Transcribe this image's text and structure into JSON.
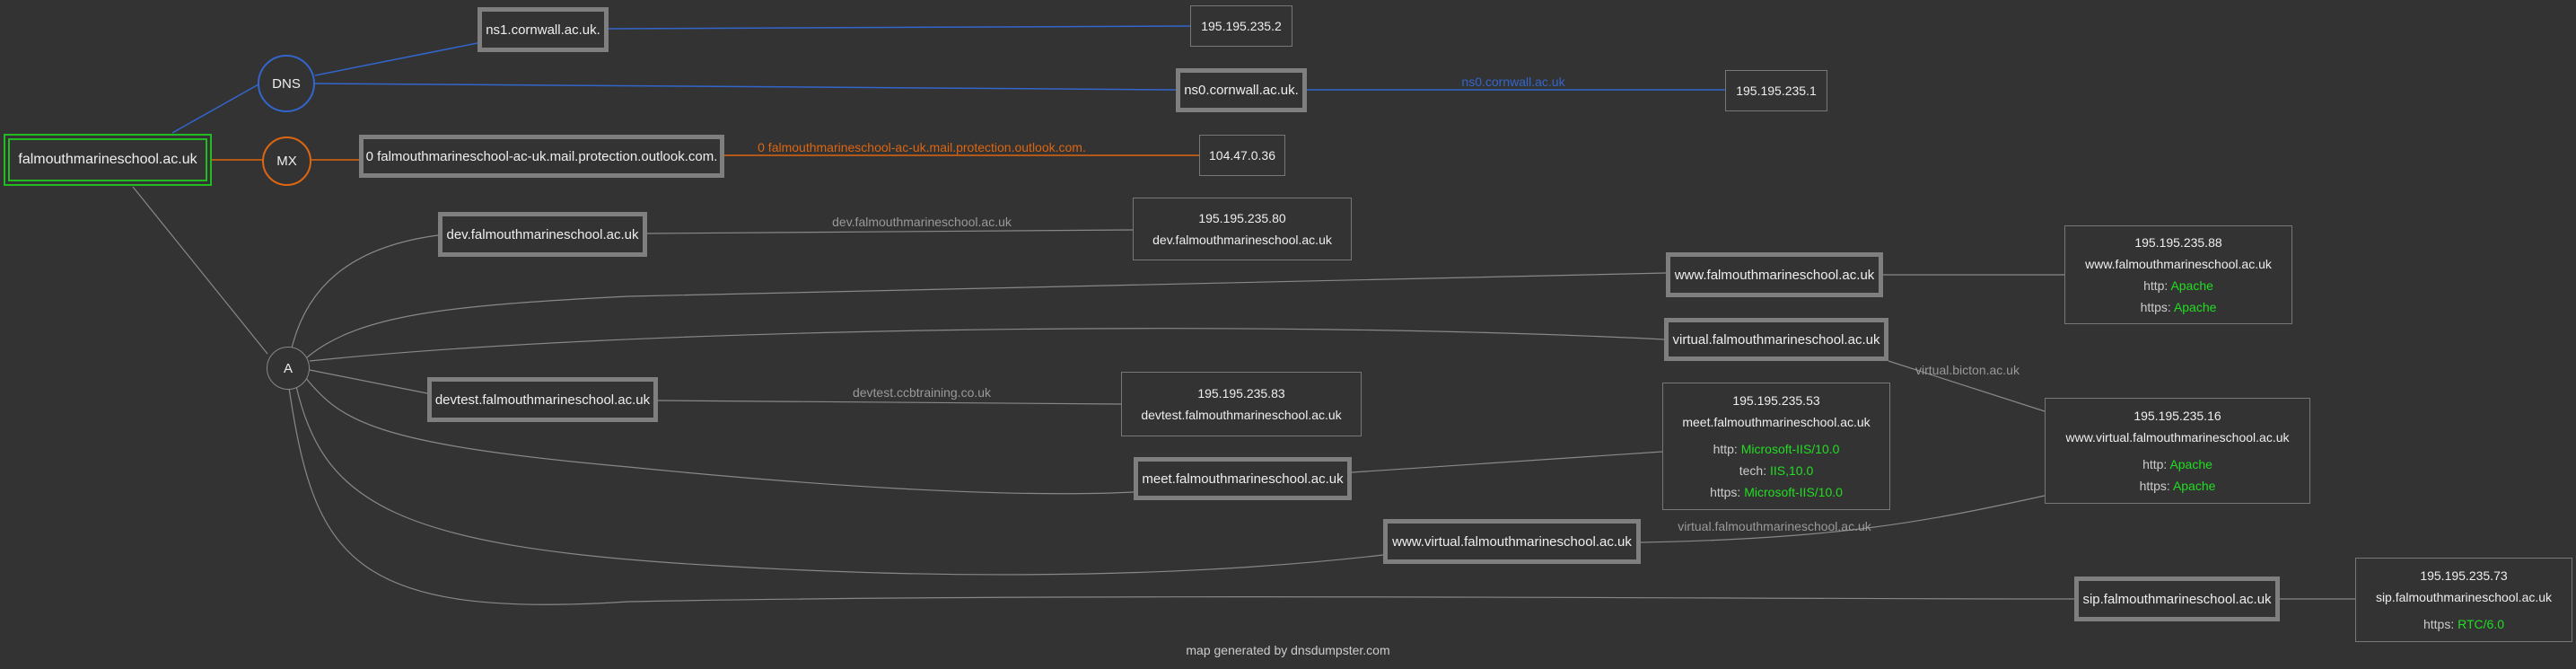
{
  "root": "falmouthmarineschool.ac.uk",
  "categories": {
    "dns": "DNS",
    "mx": "MX",
    "a": "A"
  },
  "hosts": {
    "ns1": "ns1.cornwall.ac.uk.",
    "ns0": "ns0.cornwall.ac.uk.",
    "mx0": "0 falmouthmarineschool-ac-uk.mail.protection.outlook.com.",
    "dev": "dev.falmouthmarineschool.ac.uk",
    "www": "www.falmouthmarineschool.ac.uk",
    "virtual": "virtual.falmouthmarineschool.ac.uk",
    "devtest": "devtest.falmouthmarineschool.ac.uk",
    "meet": "meet.falmouthmarineschool.ac.uk",
    "wwwvirtual": "www.virtual.falmouthmarineschool.ac.uk",
    "sip": "sip.falmouthmarineschool.ac.uk"
  },
  "ips": {
    "ns1": {
      "ip": "195.195.235.2"
    },
    "ns0": {
      "ip": "195.195.235.1"
    },
    "mx0": {
      "ip": "104.47.0.36"
    },
    "dev": {
      "ip": "195.195.235.80",
      "host": "dev.falmouthmarineschool.ac.uk"
    },
    "www": {
      "ip": "195.195.235.88",
      "host": "www.falmouthmarineschool.ac.uk",
      "services": [
        {
          "label": "http:",
          "value": "Apache"
        },
        {
          "label": "https:",
          "value": "Apache"
        }
      ]
    },
    "devtest": {
      "ip": "195.195.235.83",
      "host": "devtest.falmouthmarineschool.ac.uk"
    },
    "meet": {
      "ip": "195.195.235.53",
      "host": "meet.falmouthmarineschool.ac.uk",
      "services": [
        {
          "label": "http:",
          "value": "Microsoft-IIS/10.0"
        },
        {
          "label": "tech:",
          "value": "IIS,10.0"
        },
        {
          "label": "https:",
          "value": "Microsoft-IIS/10.0"
        }
      ]
    },
    "virtual": {
      "ip": "195.195.235.16",
      "host": "www.virtual.falmouthmarineschool.ac.uk",
      "services": [
        {
          "label": "http:",
          "value": "Apache"
        },
        {
          "label": "https:",
          "value": "Apache"
        }
      ]
    },
    "sip": {
      "ip": "195.195.235.73",
      "host": "sip.falmouthmarineschool.ac.uk",
      "services": [
        {
          "label": "https:",
          "value": "RTC/6.0"
        }
      ]
    }
  },
  "edge_labels": {
    "ns0": "ns0.cornwall.ac.uk",
    "mx": "0 falmouthmarineschool-ac-uk.mail.protection.outlook.com.",
    "dev": "dev.falmouthmarineschool.ac.uk",
    "devtest": "devtest.ccbtraining.co.uk",
    "virtual": "virtual.bicton.ac.uk",
    "wwwvirtual": "virtual.falmouthmarineschool.ac.uk"
  },
  "colors": {
    "dns": "#3366cc",
    "mx": "#dd6611",
    "edge": "#888888",
    "root": "#22bb22",
    "service": "#22dd22"
  },
  "footer": "map generated by dnsdumpster.com"
}
